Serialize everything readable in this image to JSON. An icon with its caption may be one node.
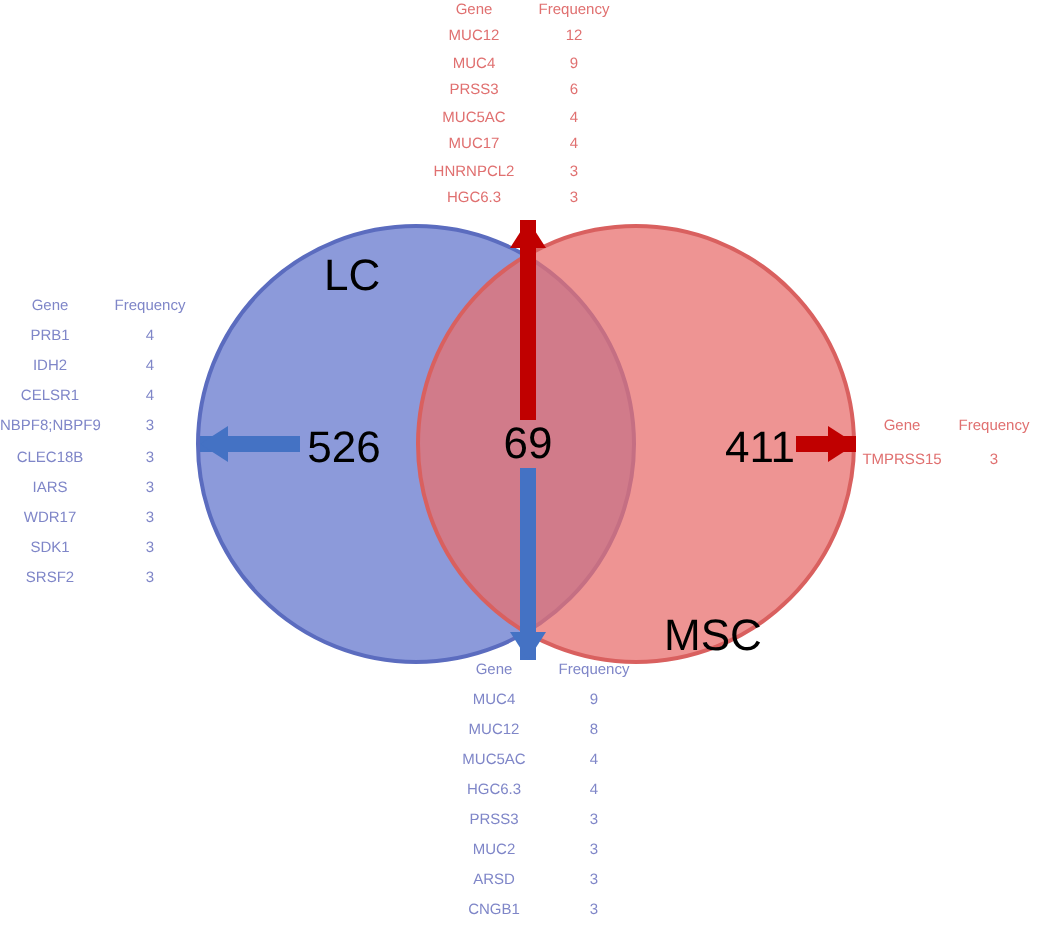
{
  "diagram": {
    "nodes": [
      {
        "text": [
          "LC"
        ]
      },
      {
        "text": [
          "MSC"
        ]
      },
      {
        "text": [
          "526"
        ],
        "in": 0
      },
      {
        "text": [
          "69"
        ]
      },
      {
        "text": [
          "411"
        ],
        "in": 1
      },
      {
        "text": [
          "Gene",
          "Frequency",
          "MUC12",
          "12",
          "MUC4",
          "9",
          "PRSS3",
          "6",
          "MUC5AC",
          "4",
          "MUC17",
          "4",
          "HNRNPCL2",
          "3",
          "HGC6.3",
          "3"
        ]
      },
      {
        "text": [
          "Gene",
          "Frequency",
          "PRB1",
          "4",
          "IDH2",
          "4",
          "CELSR1",
          "4",
          "NBPF8;NBPF9",
          "3",
          "CLEC18B",
          "3",
          "IARS",
          "3",
          "WDR17",
          "3",
          "SDK1",
          "3",
          "SRSF2",
          "3"
        ]
      },
      {
        "text": [
          "Gene",
          "Frequency",
          "TMPRSS15",
          "3"
        ]
      },
      {
        "text": [
          "Gene",
          "Frequency",
          "MUC4",
          "9",
          "MUC12",
          "8",
          "MUC5AC",
          "4",
          "HGC6.3",
          "4",
          "PRSS3",
          "3",
          "MUC2",
          "3",
          "ARSD",
          "3",
          "CNGB1",
          "3"
        ]
      }
    ],
    "edges": [
      {
        "from": 3,
        "to": 5,
        "arrow": "to",
        "color": "#c00000"
      },
      {
        "from": 2,
        "to": 6,
        "arrow": "to",
        "color": "#4472c4"
      },
      {
        "from": 4,
        "to": 7,
        "arrow": "to",
        "color": "#c00000"
      },
      {
        "from": 3,
        "to": 8,
        "arrow": "to",
        "color": "#4472c4"
      }
    ]
  }
}
